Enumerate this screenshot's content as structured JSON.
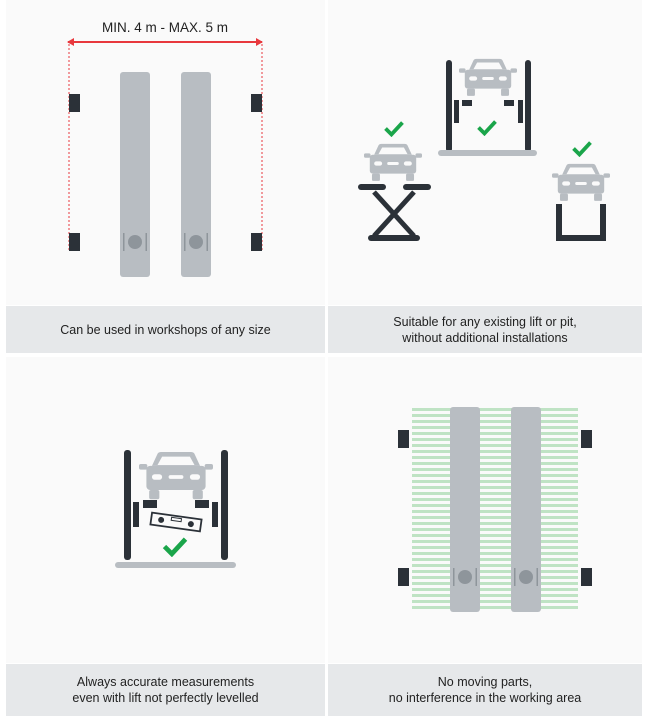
{
  "colors": {
    "dark": "#2b3138",
    "grey": "#b8bdc2",
    "green": "#1aa54a",
    "red": "#e8383d",
    "caption_bg": "#e6e8ea"
  },
  "panels": [
    {
      "measurement": "MIN. 4 m - MAX. 5 m",
      "caption": [
        "Can be used in workshops of any size"
      ]
    },
    {
      "caption": [
        "Suitable for any existing lift or pit,",
        "without additional installations"
      ]
    },
    {
      "caption": [
        "Always accurate measurements",
        "even with lift not perfectly levelled"
      ]
    },
    {
      "caption": [
        "No moving parts,",
        "no interference in the working area"
      ]
    }
  ]
}
